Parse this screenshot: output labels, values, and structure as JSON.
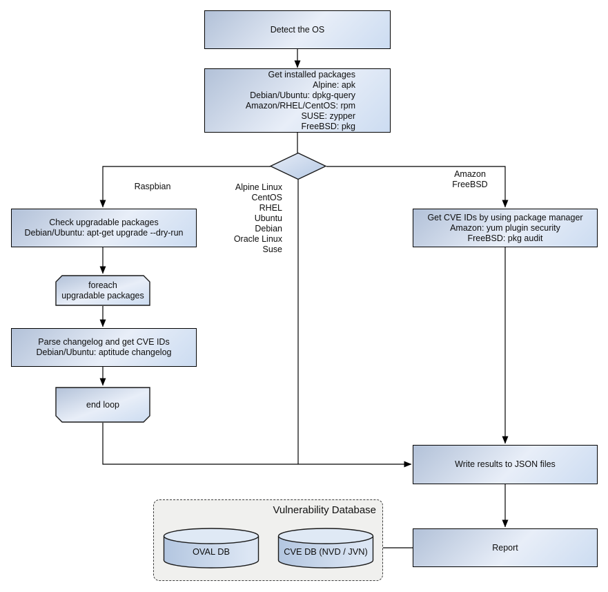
{
  "colors": {
    "node_border": "#000000",
    "node_gradient_start": "#b2c1d8",
    "node_gradient_mid": "#e8eef8",
    "node_gradient_end": "#ccdcf1",
    "diamond_gradient_start": "#e6ecf7",
    "diamond_gradient_end": "#b5c9e4",
    "cylinder_body_start": "#b3c6e0",
    "cylinder_body_end": "#dce6f4",
    "cylinder_top": "#dfe9f5",
    "container_fill": "#f0f0ee",
    "container_border": "#3c3c3c",
    "connector": "#000000"
  },
  "nodes": {
    "detect_os": {
      "label": "Detect the OS"
    },
    "get_installed_packages": {
      "lines": [
        "Get installed packages",
        "Alpine: apk",
        "Debian/Ubuntu: dpkg-query",
        "Amazon/RHEL/CentOS: rpm",
        "SUSE: zypper",
        "FreeBSD: pkg"
      ]
    },
    "check_upgradable": {
      "lines": [
        "Check upgradable packages",
        "Debian/Ubuntu: apt-get upgrade --dry-run"
      ]
    },
    "foreach_loop_start": {
      "lines": [
        "foreach",
        "upgradable  packages"
      ]
    },
    "parse_changelog": {
      "lines": [
        "Parse changelog and get  CVE IDs",
        "Debian/Ubuntu: aptitude changelog"
      ]
    },
    "loop_end": {
      "label": "end loop"
    },
    "get_cve_ids": {
      "lines": [
        "Get CVE IDs by using package manager",
        "Amazon: yum plugin security",
        "FreeBSD: pkg audit"
      ]
    },
    "write_results": {
      "label": "Write results to JSON files"
    },
    "report": {
      "label": "Report"
    }
  },
  "edge_labels": {
    "raspbian": "Raspbian",
    "oval_os_list": [
      "Alpine Linux",
      "CentOS",
      "RHEL",
      "Ubuntu",
      "Debian",
      "Oracle Linux",
      "Suse"
    ],
    "pkg_audit_os": [
      "Amazon",
      "FreeBSD"
    ]
  },
  "vulnerability_database": {
    "title": "Vulnerability Database",
    "oval_db": "OVAL DB",
    "cve_db": "CVE DB (NVD / JVN)"
  }
}
